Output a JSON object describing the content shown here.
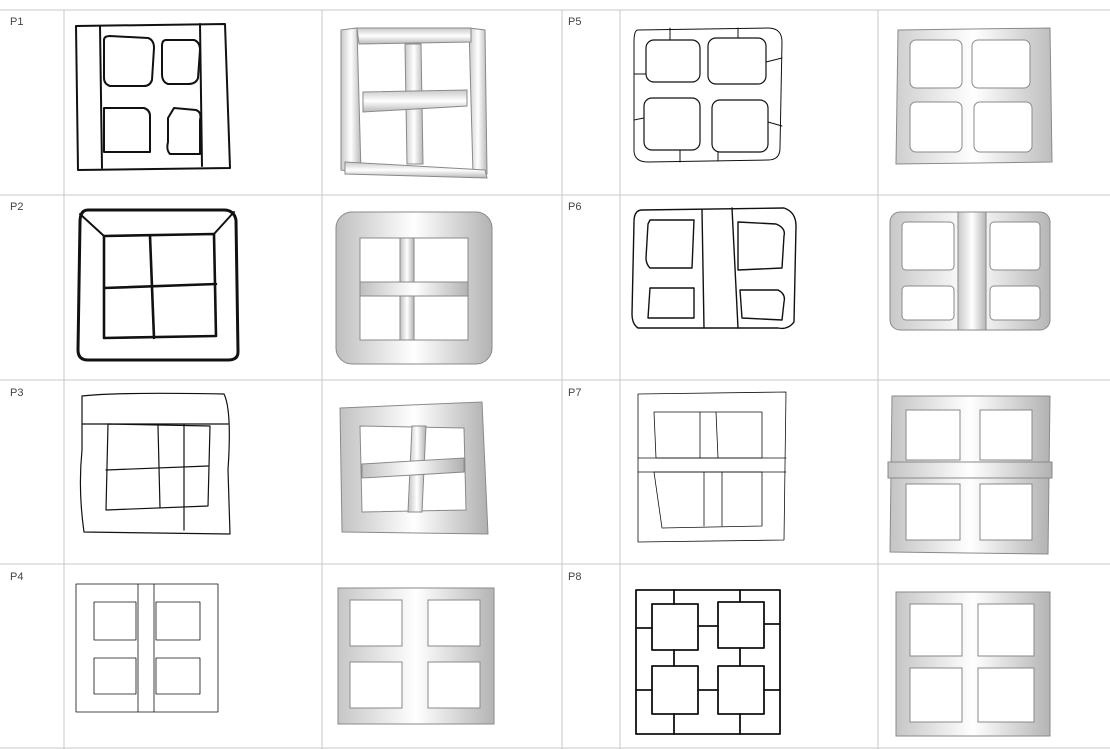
{
  "rows": [
    {
      "left": {
        "label": "P1",
        "style": "irregular-thin"
      },
      "right": {
        "label": "P5",
        "style": "quad-edges"
      }
    },
    {
      "left": {
        "label": "P2",
        "style": "bold-frame"
      },
      "right": {
        "label": "P6",
        "style": "wide-center"
      }
    },
    {
      "left": {
        "label": "P3",
        "style": "loose-thin"
      },
      "right": {
        "label": "P7",
        "style": "horizontal-bar"
      }
    },
    {
      "left": {
        "label": "P4",
        "style": "vertical-bar"
      },
      "right": {
        "label": "P8",
        "style": "linked-squares"
      }
    }
  ]
}
